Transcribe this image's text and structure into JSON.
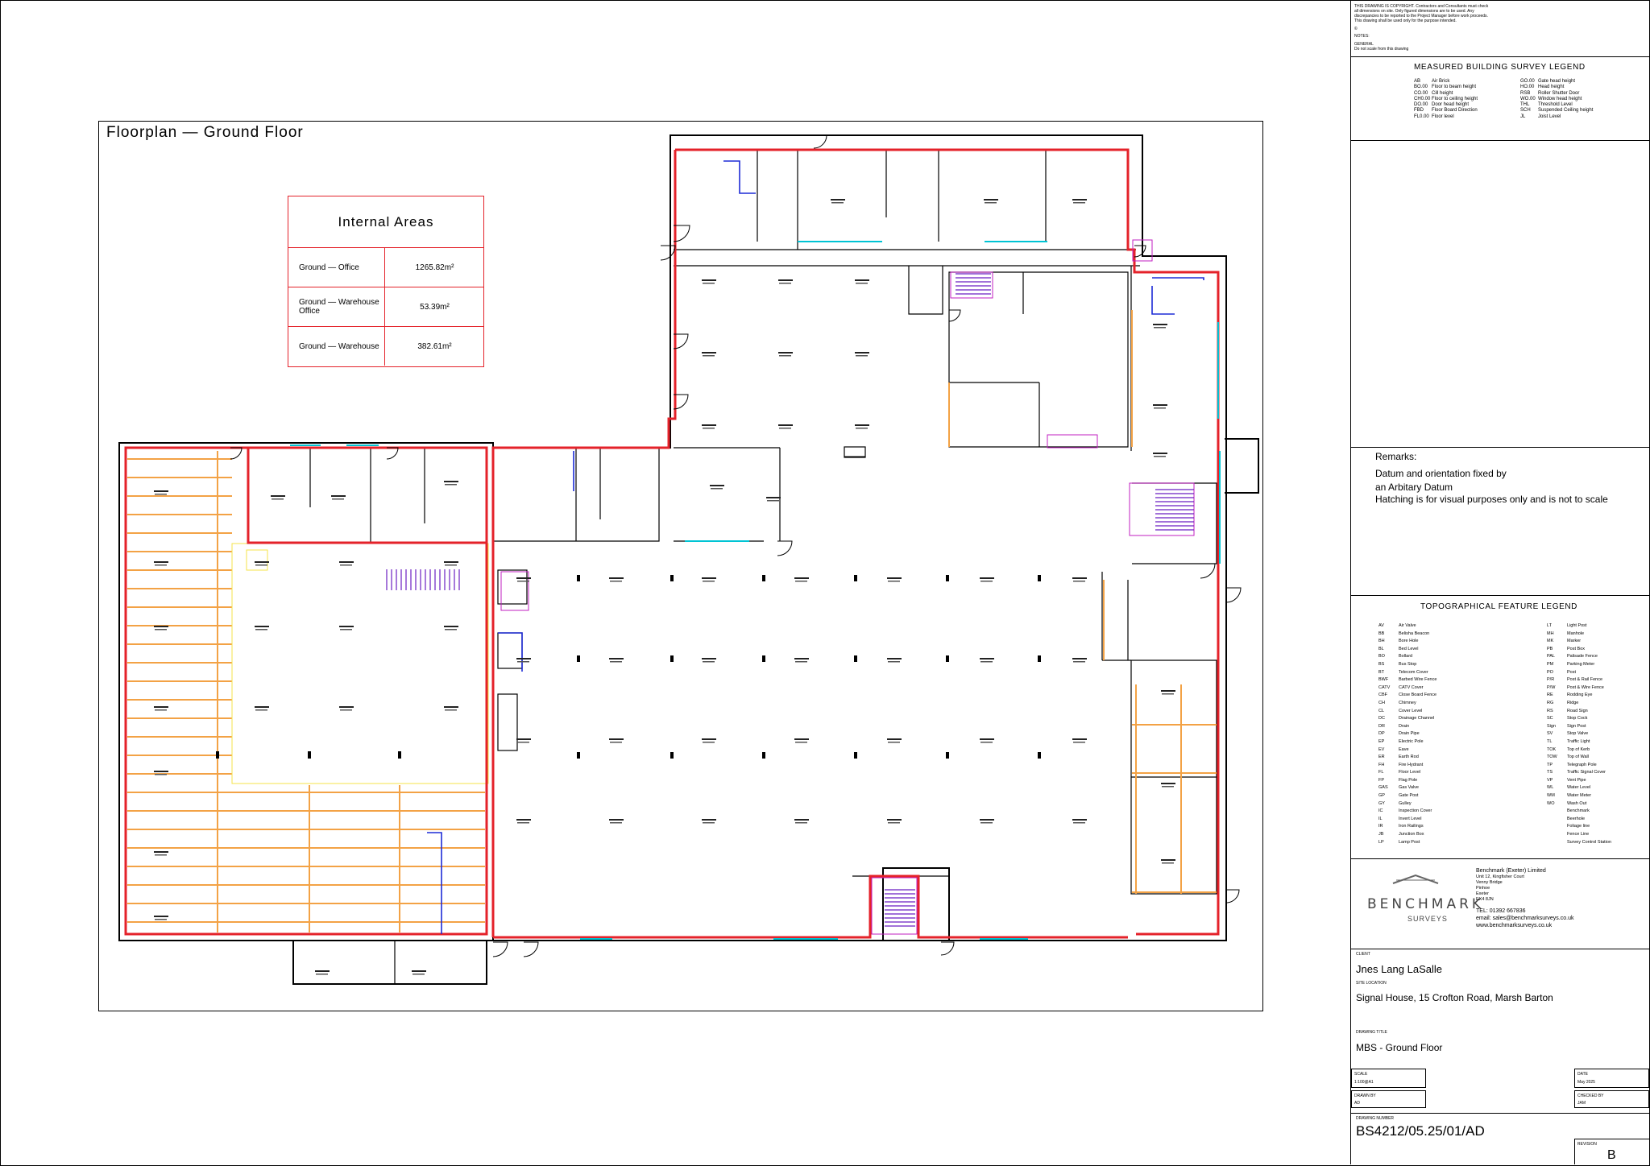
{
  "drawing": {
    "title": "Floorplan — Ground Floor",
    "colors": {
      "boundary": "#e4222a",
      "walls": "#000000",
      "glazing": "#00c4d4",
      "joists": "#f3a245",
      "stairs": "#c21fc2",
      "services": "#1d2bd6",
      "racking": "#f4e34a"
    }
  },
  "internal_areas": {
    "title": "Internal Areas",
    "rows": [
      {
        "name": "Ground — Office",
        "area": "1265.82m²"
      },
      {
        "name": "Ground — Warehouse Office",
        "area": "53.39m²"
      },
      {
        "name": "Ground — Warehouse",
        "area": "382.61m²"
      }
    ]
  },
  "title_block": {
    "copyright_lines": [
      "THIS DRAWING IS COPYRIGHT. Contractors and Consultants must check",
      "all dimensions on site. Only figured dimensions are to be used. Any",
      "discrepancies to be reported to the Project Manager before work proceeds.",
      "This drawing shall be used only for the purpose intended.",
      "©",
      "NOTES:",
      "GENERAL",
      "Do not scale from this drawing"
    ],
    "measured_legend": {
      "title": "MEASURED BUILDING SURVEY LEGEND",
      "left": [
        [
          "AB",
          "Air Brick"
        ],
        [
          "BO.00",
          "Floor to beam height"
        ],
        [
          "CO.00",
          "Cill height"
        ],
        [
          "CH0.00",
          "Floor to ceiling height"
        ],
        [
          "DO.00",
          "Door head height"
        ],
        [
          "FBD",
          "Floor Board Direction"
        ],
        [
          "FL0.00",
          "Floor level"
        ]
      ],
      "right": [
        [
          "GO.00",
          "Gate head height"
        ],
        [
          "HO.00",
          "Head height"
        ],
        [
          "RSB",
          "Roller Shutter Door"
        ],
        [
          "WO.00",
          "Window head height"
        ],
        [
          "THL",
          "Threshold Level"
        ],
        [
          "SCH",
          "Suspended Ceiling height"
        ],
        [
          "JL",
          "Joist Level"
        ]
      ]
    },
    "remarks": {
      "label": "Remarks:",
      "lines": [
        "Datum and orientation fixed by",
        "an Arbitary Datum",
        "Hatching is for visual purposes only and is not to scale"
      ]
    },
    "topo_legend": {
      "title": "TOPOGRAPHICAL FEATURE LEGEND",
      "left": [
        [
          "AV",
          "Air Valve"
        ],
        [
          "BB",
          "Belisha Beacon"
        ],
        [
          "BH",
          "Bore Hole"
        ],
        [
          "BL",
          "Bed Level"
        ],
        [
          "BO",
          "Bollard"
        ],
        [
          "BS",
          "Bus Stop"
        ],
        [
          "BT",
          "Telecom Cover"
        ],
        [
          "BWF",
          "Barbed Wire Fence"
        ],
        [
          "CATV",
          "CATV Cover"
        ],
        [
          "CBF",
          "Close Board Fence"
        ],
        [
          "CH",
          "Chimney"
        ],
        [
          "CL",
          "Cover Level"
        ],
        [
          "DC",
          "Drainage Channel"
        ],
        [
          "DR",
          "Drain"
        ],
        [
          "DP",
          "Drain Pipe"
        ],
        [
          "EP",
          "Electric Pole"
        ],
        [
          "EV",
          "Eave"
        ],
        [
          "ER",
          "Earth Rod"
        ],
        [
          "FH",
          "Fire Hydrant"
        ],
        [
          "FL",
          "Floor Level"
        ],
        [
          "FP",
          "Flag Pole"
        ],
        [
          "GAS",
          "Gas Valve"
        ],
        [
          "GP",
          "Gate Post"
        ],
        [
          "GY",
          "Gulley"
        ],
        [
          "IC",
          "Inspection Cover"
        ],
        [
          "IL",
          "Invert Level"
        ],
        [
          "IR",
          "Iron Railings"
        ],
        [
          "JB",
          "Junction Box"
        ],
        [
          "LP",
          "Lamp Post"
        ]
      ],
      "right": [
        [
          "LT",
          "Light Post"
        ],
        [
          "MH",
          "Manhole"
        ],
        [
          "MK",
          "Marker"
        ],
        [
          "PB",
          "Post Box"
        ],
        [
          "PAL",
          "Palisade Fence"
        ],
        [
          "PM",
          "Parking Meter"
        ],
        [
          "PO",
          "Post"
        ],
        [
          "P/R",
          "Post & Rail Fence"
        ],
        [
          "P/W",
          "Post & Wire Fence"
        ],
        [
          "RE",
          "Rodding Eye"
        ],
        [
          "RG",
          "Ridge"
        ],
        [
          "RS",
          "Road Sign"
        ],
        [
          "SC",
          "Stop Cock"
        ],
        [
          "Sign",
          "Sign Post"
        ],
        [
          "SV",
          "Stop Valve"
        ],
        [
          "TL",
          "Traffic Light"
        ],
        [
          "TOK",
          "Top of Kerb"
        ],
        [
          "TOW",
          "Top of Wall"
        ],
        [
          "TP",
          "Telegraph Pole"
        ],
        [
          "TS",
          "Traffic Signal Cover"
        ],
        [
          "VP",
          "Vent Pipe"
        ],
        [
          "WL",
          "Water Level"
        ],
        [
          "WM",
          "Water Meter"
        ],
        [
          "WO",
          "Wash Out"
        ],
        [
          "",
          "Benchmark"
        ],
        [
          "",
          "Beerhole"
        ],
        [
          "",
          "Foliage line"
        ],
        [
          "",
          "Fence Line"
        ],
        [
          "",
          "Survey Control Station"
        ]
      ]
    },
    "company": {
      "logo": "BENCHMARK",
      "logo_sub": "SURVEYS",
      "address": [
        "Benchmark (Exeter) Limited",
        "Unit 12, Kingfisher Court",
        "Venny Bridge",
        "Pinhoe",
        "Exeter",
        "EX4 8JN"
      ],
      "tel": "TEL: 01392 667836",
      "email": "email: sales@benchmarksurveys.co.uk",
      "web": "www.benchmarksurveys.co.uk"
    },
    "client_label": "CLIENT",
    "client": "Jnes Lang LaSalle",
    "site_label": "SITE LOCATION",
    "site": "Signal House, 15 Crofton Road, Marsh Barton",
    "drawing_title_label": "DRAWING TITLE",
    "drawing_title": "MBS - Ground Floor",
    "scale_label": "SCALE",
    "scale": "1:100@A1",
    "date_label": "DATE",
    "date": "May 2025",
    "drawn_label": "DRAWN BY",
    "drawn": "AD",
    "checked_label": "CHECKED BY",
    "checked": "JAM",
    "number_label": "DRAWING NUMBER",
    "number": "BS4212/05.25/01/AD",
    "revision_label": "REVISION",
    "revision": "B"
  }
}
